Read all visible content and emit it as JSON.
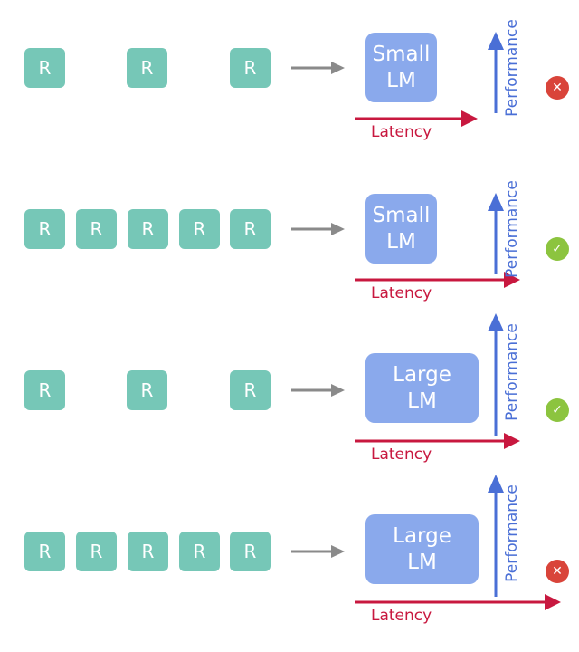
{
  "colors": {
    "reranker": "#76c7b7",
    "lm": "#8aa9ec",
    "latency": "#c8183f",
    "performance": "#4a6fd6",
    "fail": "#d9443a",
    "pass": "#8cc43f",
    "arrow": "#8a8a8a"
  },
  "rows": [
    {
      "rerankers": [
        "R",
        "R",
        "R"
      ],
      "lm": [
        "Small",
        "LM"
      ],
      "lm_size": "small",
      "latency": "Latency",
      "performance": "Performance",
      "status": "fail",
      "status_icon": "✕",
      "latency_len": "short",
      "perf_len": "short"
    },
    {
      "rerankers": [
        "R",
        "R",
        "R",
        "R",
        "R"
      ],
      "lm": [
        "Small",
        "LM"
      ],
      "lm_size": "small",
      "latency": "Latency",
      "performance": "Performance",
      "status": "pass",
      "status_icon": "✓",
      "latency_len": "medium",
      "perf_len": "short"
    },
    {
      "rerankers": [
        "R",
        "R",
        "R"
      ],
      "lm": [
        "Large",
        "LM"
      ],
      "lm_size": "large",
      "latency": "Latency",
      "performance": "Performance",
      "status": "pass",
      "status_icon": "✓",
      "latency_len": "medium",
      "perf_len": "long"
    },
    {
      "rerankers": [
        "R",
        "R",
        "R",
        "R",
        "R"
      ],
      "lm": [
        "Large",
        "LM"
      ],
      "lm_size": "large",
      "latency": "Latency",
      "performance": "Performance",
      "status": "fail",
      "status_icon": "✕",
      "latency_len": "long",
      "perf_len": "long"
    }
  ]
}
